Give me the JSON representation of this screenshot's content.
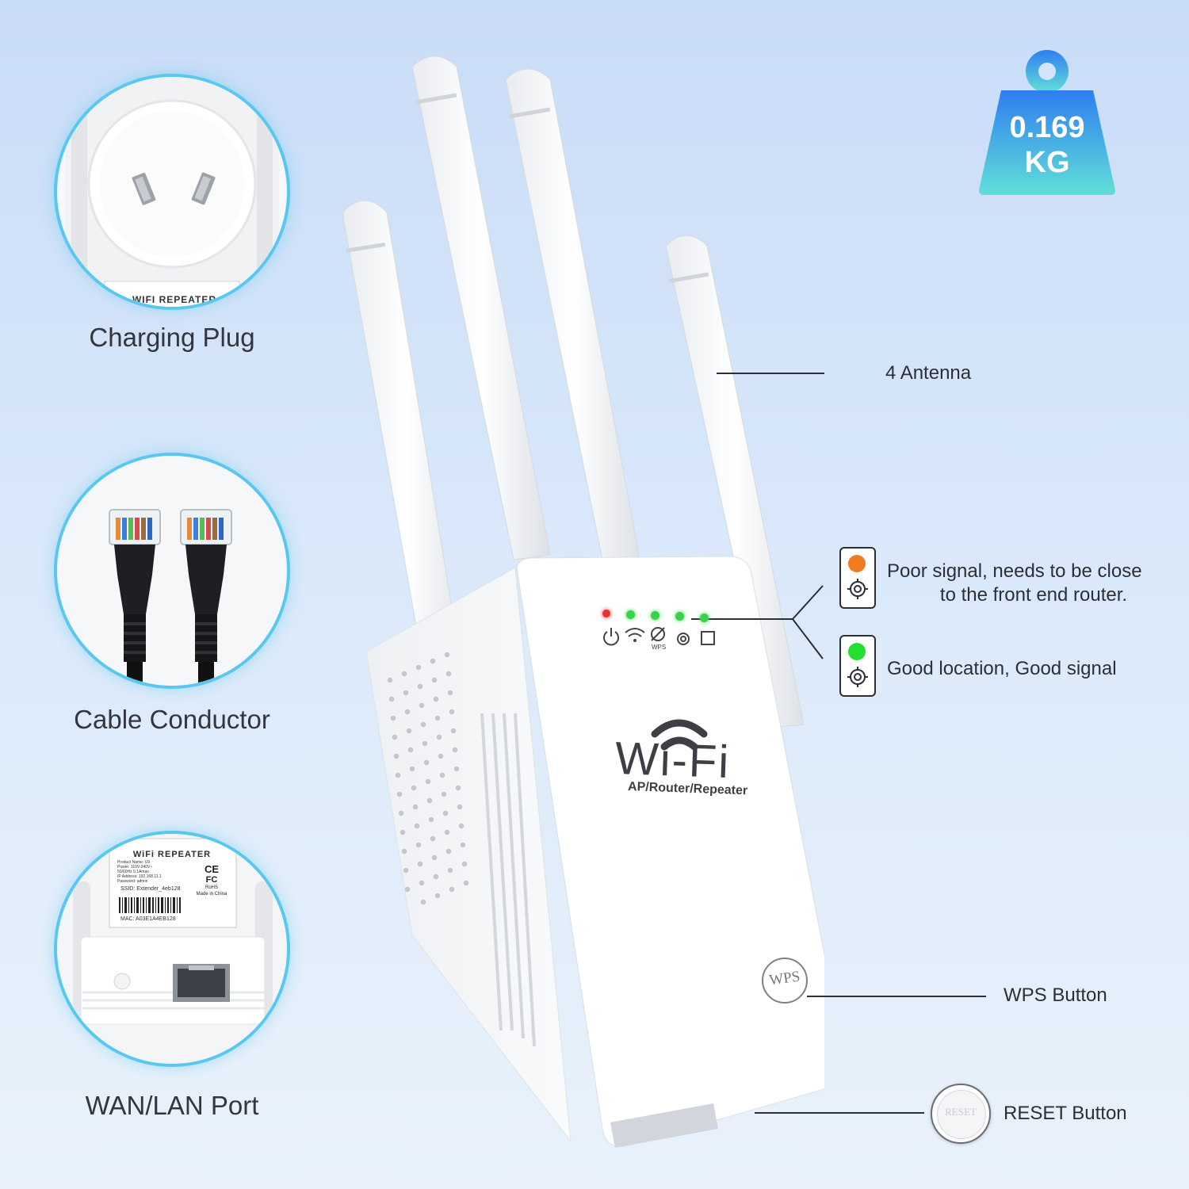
{
  "features": {
    "plug": {
      "label": "Charging Plug",
      "sticker_text": "WIFI REPEATER"
    },
    "cable": {
      "label": "Cable Conductor"
    },
    "port": {
      "label": "WAN/LAN Port",
      "sticker_title": "WiFi REPEATER",
      "sticker_ssid": "SSID: Extender_4eb128",
      "sticker_mac": "MAC: A03E1A4EB128",
      "sticker_lines": [
        "Product Name: U9",
        "Power: 110V-240V~",
        "50/60Hz 0.1Amax",
        "IP Address: 192.168.11.1",
        "Password: admin"
      ],
      "sticker_marks": [
        "CE",
        "FC",
        "RoHS",
        "Made in China"
      ]
    }
  },
  "weight": {
    "value": "0.169",
    "unit": "KG",
    "color_top": "#2f7ef0",
    "color_bottom": "#5fe0d8"
  },
  "device": {
    "logo": "Wi-Fi",
    "subtitle": "AP/Router/Repeater",
    "wps_mark": "WPS",
    "wps_icon_label": "WPS",
    "reset_mark": "RESET",
    "leds": [
      {
        "name": "power",
        "color": "#e8322c"
      },
      {
        "name": "wifi",
        "color": "#39d34a"
      },
      {
        "name": "wps",
        "color": "#39d34a"
      },
      {
        "name": "signal",
        "color": "#39d34a"
      },
      {
        "name": "lan",
        "color": "#39d34a"
      }
    ]
  },
  "callouts": {
    "antenna": "4 Antenna",
    "poor_signal_line1": "Poor signal, needs to be close",
    "poor_signal_line2": "to the front end router.",
    "good_signal": "Good location, Good signal",
    "wps_button": "WPS Button",
    "reset_button": "RESET Button"
  },
  "colors": {
    "accent": "#59c7ef",
    "led_orange": "#f07b21",
    "led_green": "#22e02f"
  }
}
